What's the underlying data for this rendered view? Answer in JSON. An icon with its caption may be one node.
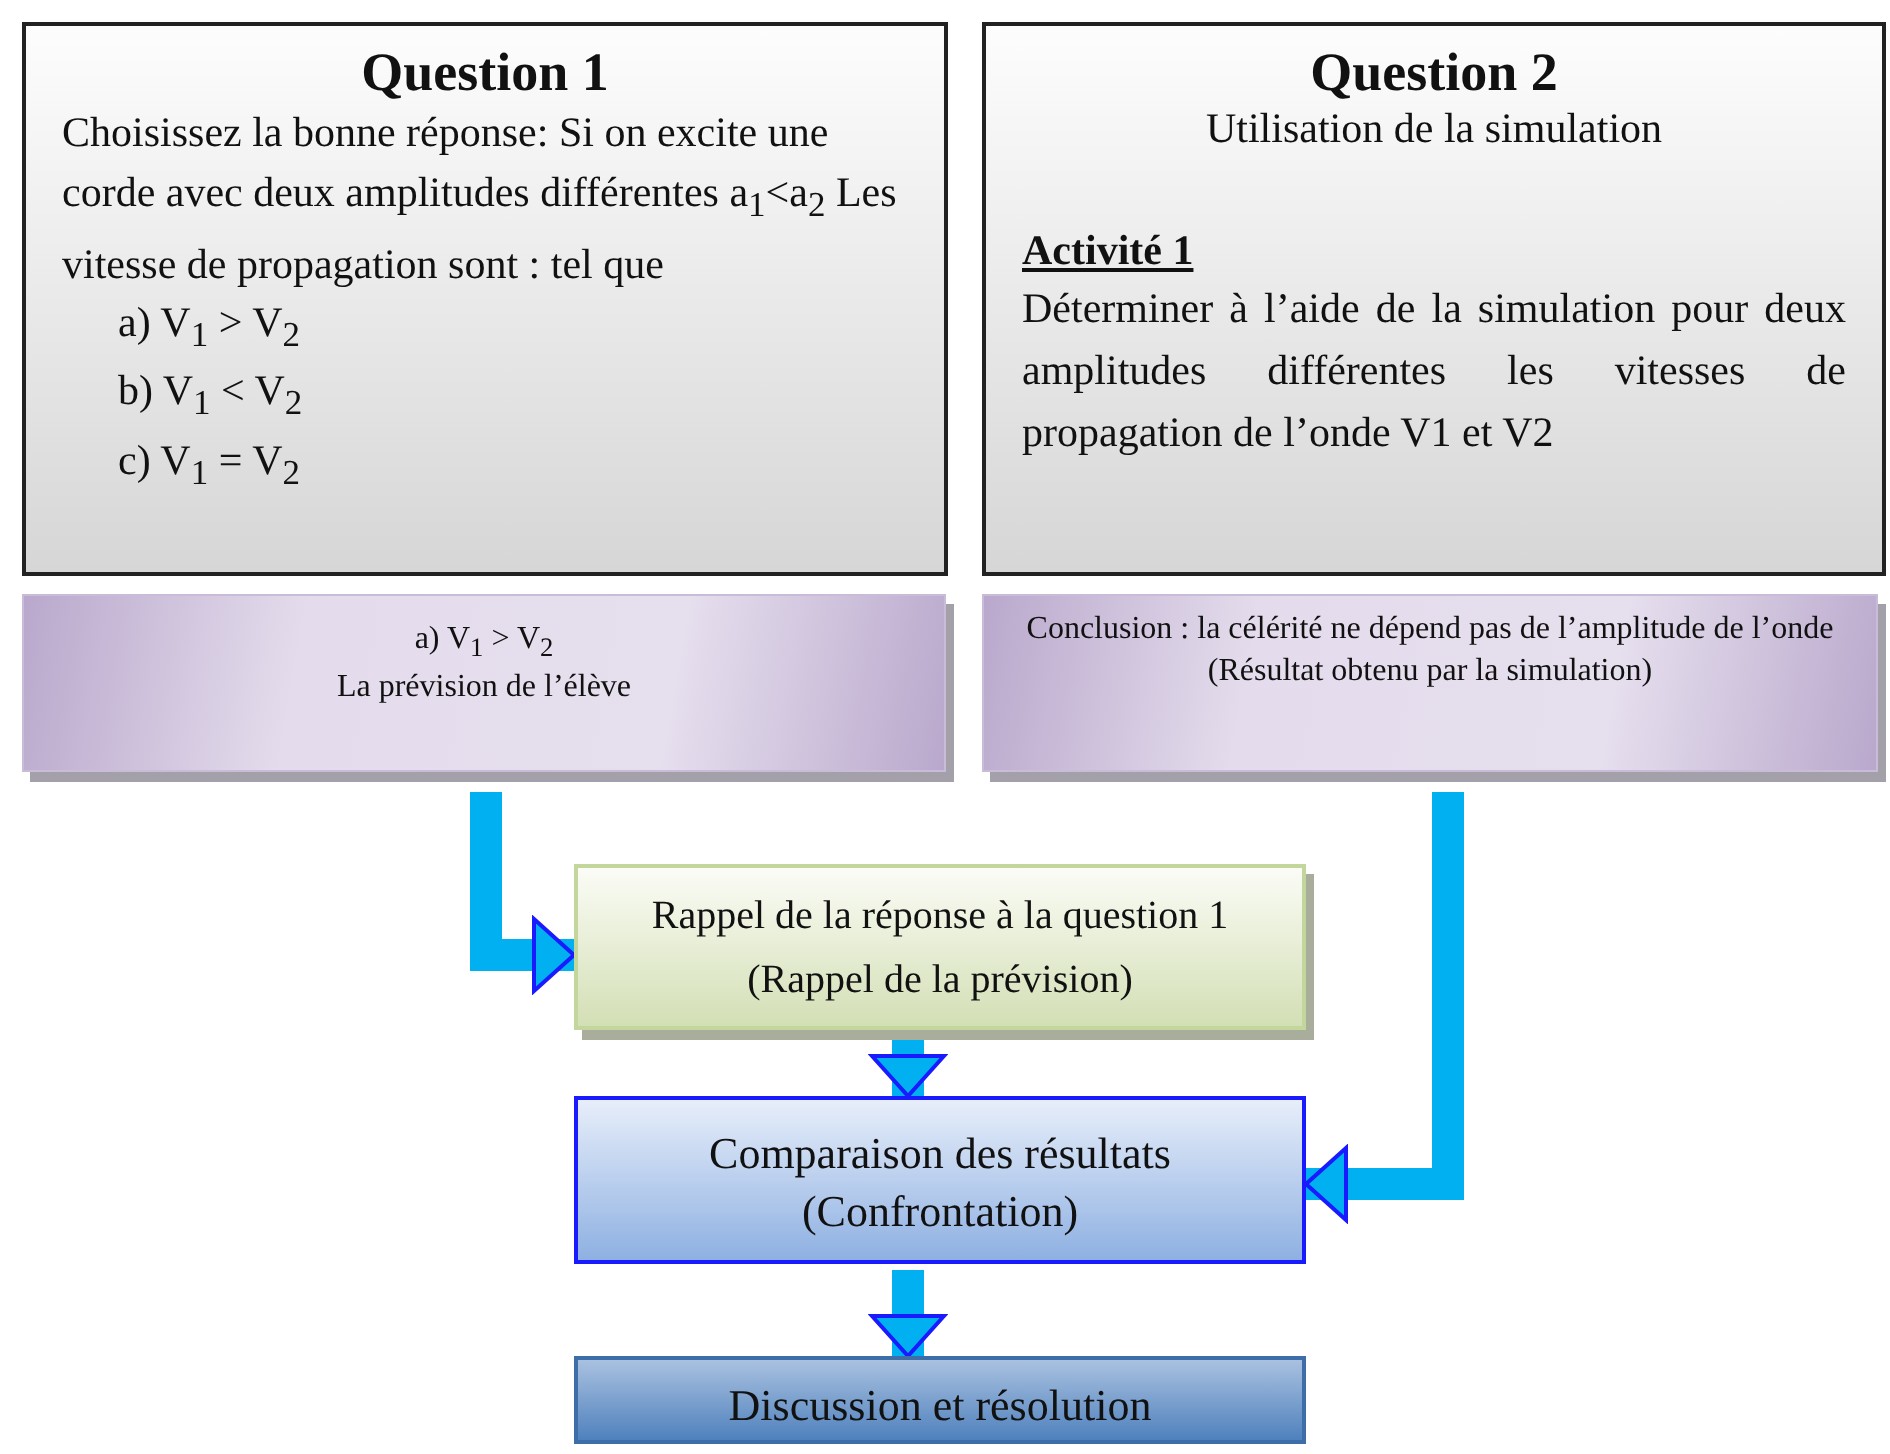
{
  "diagram": {
    "nodes": [
      {
        "text": [
          "Question 1",
          "Choisissez la bonne réponse: Si on excite une corde avec deux amplitudes différentes a$_{1}$<a$_{2}$ Les vitesse de propagation sont : tel que",
          "a) V$_{1}$ > V$_{2}$",
          "b) V$_{1}$ < V$_{2}$",
          "c) V$_{1}$ = V$_{2}$"
        ]
      },
      {
        "text": [
          "Question 2",
          "Utilisation de la simulation",
          "Activité 1",
          "Déterminer à l’aide de la simulation pour deux amplitudes différentes les vitesses de propagation de l’onde V1 et V2"
        ]
      },
      {
        "text": [
          "a) V$_{1}$ > V$_{2}$",
          "La prévision de l’élève"
        ]
      },
      {
        "text": [
          "Conclusion : la célérité ne dépend pas de l’amplitude de l’onde (Résultat obtenu par la simulation)"
        ]
      },
      {
        "text": [
          "Rappel de la réponse à la question 1",
          "(Rappel de la prévision)"
        ]
      },
      {
        "text": [
          "Comparaison des résultats",
          "(Confrontation)"
        ]
      },
      {
        "text": [
          "Discussion et résolution"
        ]
      }
    ],
    "edges": [
      {
        "from": 2,
        "to": 4,
        "arrow": "to"
      },
      {
        "from": 3,
        "to": 5,
        "arrow": "to"
      },
      {
        "from": 4,
        "to": 5,
        "arrow": "to"
      },
      {
        "from": 5,
        "to": 6,
        "arrow": "to"
      }
    ]
  }
}
